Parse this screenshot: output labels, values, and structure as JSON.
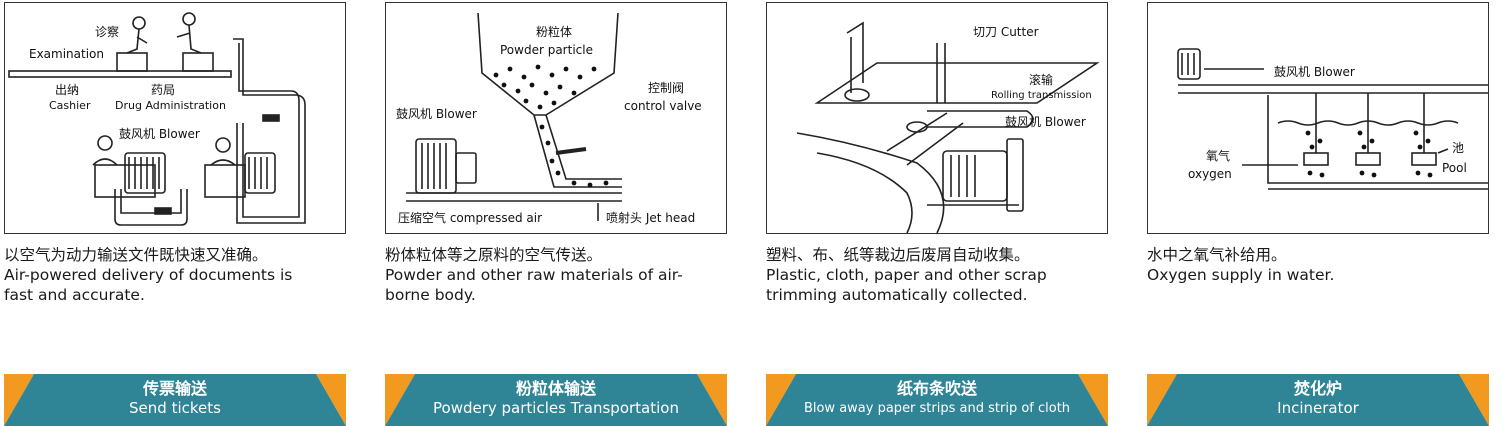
{
  "colors": {
    "banner_teal": "#2f8496",
    "banner_orange": "#f29a1f",
    "line": "#222222"
  },
  "cards": [
    {
      "labels": {
        "exam_cn": "诊察",
        "exam_en": "Examination",
        "cashier_cn": "出纳",
        "cashier_en": "Cashier",
        "drug_cn": "药局",
        "drug_en": "Drug Administration",
        "blower": "鼓风机 Blower"
      },
      "desc_cn": "以空气为动力输送文件既快速又准确。",
      "desc_en_1": "Air-powered delivery of documents is",
      "desc_en_2": "fast and accurate.",
      "banner_cn": "传票输送",
      "banner_en": "Send tickets"
    },
    {
      "labels": {
        "powder_cn": "粉粒体",
        "powder_en": "Powder particle",
        "valve_cn": "控制阀",
        "valve_en": "control valve",
        "blower": "鼓风机 Blower",
        "air": "压缩空气 compressed air",
        "jet": "喷射头 Jet head"
      },
      "desc_cn": "粉体粒体等之原料的空气传送。",
      "desc_en_1": "Powder and other raw materials of air-",
      "desc_en_2": "borne body.",
      "banner_cn": "粉粒体输送",
      "banner_en": "Powdery particles Transportation"
    },
    {
      "labels": {
        "cutter": "切刀 Cutter",
        "roll_cn": "滚输",
        "roll_en": "Rolling transmission",
        "blower": "鼓风机 Blower"
      },
      "desc_cn": "塑料、布、纸等裁边后废屑自动收集。",
      "desc_en_1": "Plastic, cloth, paper and other scrap",
      "desc_en_2": "trimming automatically collected.",
      "banner_cn": "纸布条吹送",
      "banner_en": "Blow away paper strips and strip of cloth"
    },
    {
      "labels": {
        "blower": "鼓风机 Blower",
        "oxygen_cn": "氧气",
        "oxygen_en": "oxygen",
        "pool_cn": "池",
        "pool_en": "Pool"
      },
      "desc_cn": "水中之氧气补给用。",
      "desc_en_1": "Oxygen supply in water.",
      "desc_en_2": "",
      "banner_cn": "焚化炉",
      "banner_en": "Incinerator"
    }
  ]
}
